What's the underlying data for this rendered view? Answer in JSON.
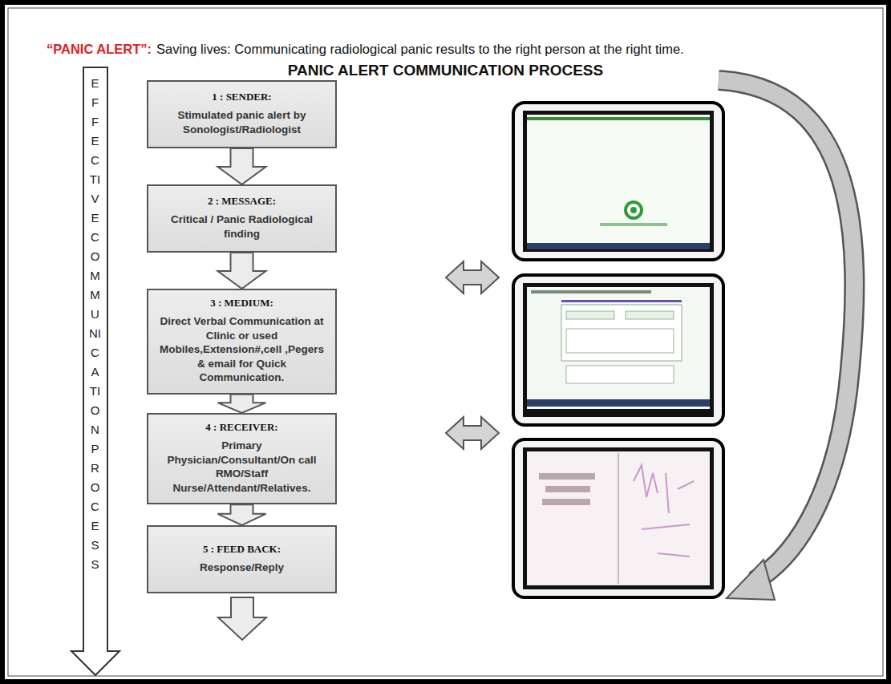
{
  "diagram": {
    "title": "PANIC ALERT COMMUNICATION PROCESS",
    "nodes": [
      {
        "text": [
          "1 : SENDER:",
          "Stimulated panic alert by Sonologist/Radiologist"
        ]
      },
      {
        "text": [
          "2 : MESSAGE:",
          "Critical / Panic Radiological finding"
        ]
      },
      {
        "text": [
          "3 : MEDIUM:",
          "Direct Verbal Communication at Clinic or used Mobiles,Extension#,cell ,Pegers & email for Quick Communication."
        ]
      },
      {
        "text": [
          "4 : RECEIVER:",
          "Primary Physician/Consultant/On call RMO/Staff Nurse/Attendant/Relatives."
        ]
      },
      {
        "text": [
          "5 : FEED BACK:",
          "Response/Reply"
        ]
      }
    ],
    "edges": [
      {
        "from": 0,
        "to": 1,
        "arrow": "to"
      },
      {
        "from": 1,
        "to": 2,
        "arrow": "to"
      },
      {
        "from": 2,
        "to": 3,
        "arrow": "to"
      },
      {
        "from": 3,
        "to": 4,
        "arrow": "to"
      }
    ],
    "labels": [
      "“PANIC ALERT”:",
      "Saving lives: Communicating radiological panic results to the right person at the right time.",
      "EFFECTIVE COMMUNICATION PROCESS"
    ]
  }
}
